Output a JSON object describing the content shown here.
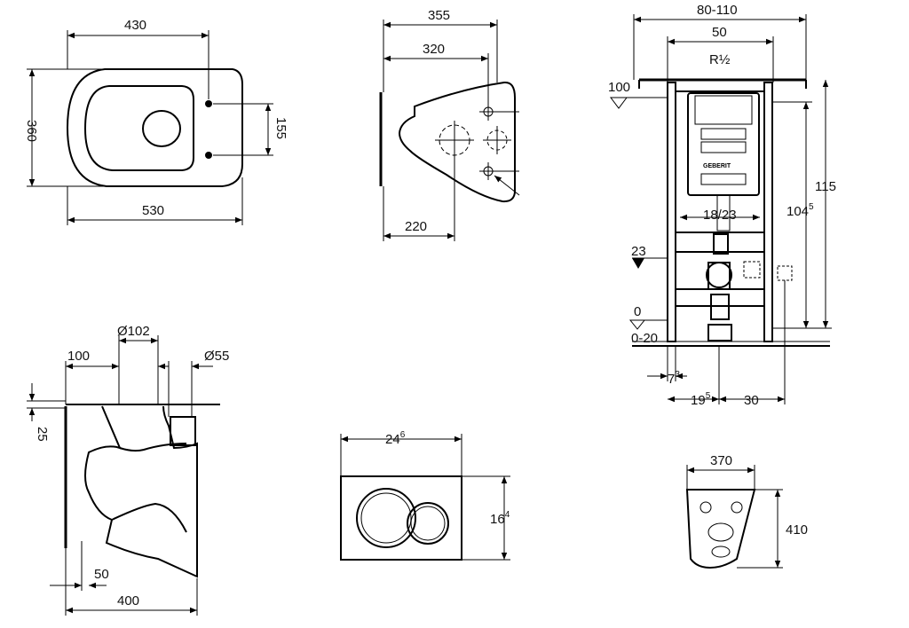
{
  "top_view": {
    "width_upper": "430",
    "depth": "360",
    "bolt_spacing": "155",
    "length": "530"
  },
  "side_view": {
    "total": "355",
    "to_bolts": "320",
    "to_outlet": "220"
  },
  "frame": {
    "adjust_range": "80-110",
    "top_width": "50",
    "inlet": "R½",
    "level_100": "100",
    "height_total": "115",
    "height_main": "104",
    "height_main_sup": "5",
    "inlet_spacing": "18/23",
    "level_23": "23",
    "level_0": "0",
    "level_range": "0-20",
    "dim_7": "7",
    "dim_7_sup": "3",
    "dim_19": "19",
    "dim_19_sup": "5",
    "dim_30": "30",
    "brand": "GEBERIT"
  },
  "section_view": {
    "outlet_diameter": "Ø102",
    "inlet_diameter": "Ø55",
    "offset": "100",
    "top_gap": "25",
    "bottom_offset": "50",
    "depth": "400"
  },
  "flush_plate": {
    "width": "24",
    "width_sup": "6",
    "height": "16",
    "height_sup": "4"
  },
  "template": {
    "width": "370",
    "height": "410"
  }
}
